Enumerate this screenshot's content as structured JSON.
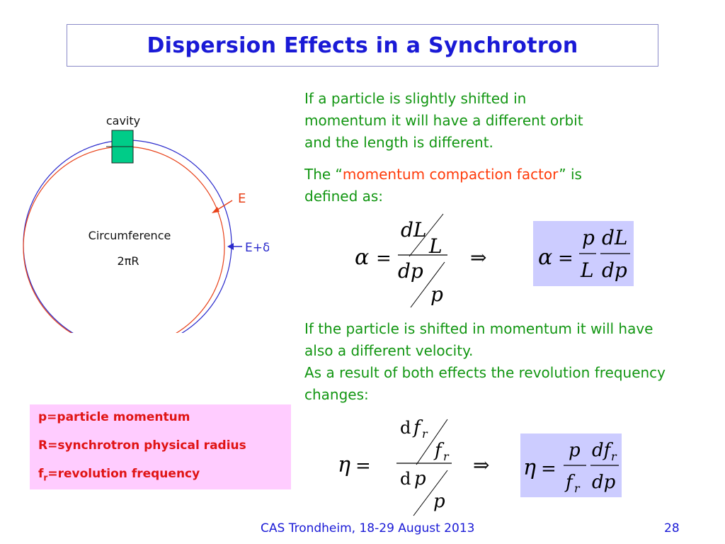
{
  "title": "Dispersion Effects in a Synchrotron",
  "intro": {
    "text": "If a particle is slightly shifted in momentum it will have a different orbit and the length is different."
  },
  "compaction": {
    "prefix": "The “",
    "term": "momentum compaction factor",
    "suffix": "” is defined as:"
  },
  "velocity": {
    "line1": "If the particle is shifted in momentum it will have also a different velocity.",
    "line2": "As a result of both effects the revolution frequency changes:"
  },
  "diagram": {
    "cavity_label": "cavity",
    "label_e": "E",
    "label_e_delta": "E+δE",
    "circumference_label": "Circumference",
    "circumference_value": "2πR",
    "colors": {
      "outer_orbit": "#2a2acc",
      "inner_orbit": "#e8421a",
      "cavity": "#00cc88"
    }
  },
  "equations": {
    "alpha_symbol": "α",
    "eta_symbol": "η",
    "equals": "=",
    "implies": "⇒",
    "dL": "dL",
    "L": "L",
    "dp": "dp",
    "p": "p",
    "d": "d",
    "f": "f",
    "r_sub": "r",
    "df": "df",
    "highlight_color": "#ccccff"
  },
  "definitions": {
    "item1": "p=particle momentum",
    "item2": "R=synchrotron physical radius",
    "item3_main": "f",
    "item3_sub": "r",
    "item3_rest": "=revolution frequency"
  },
  "footer": {
    "event": "CAS Trondheim, 18-29 August 2013",
    "page": "28"
  }
}
